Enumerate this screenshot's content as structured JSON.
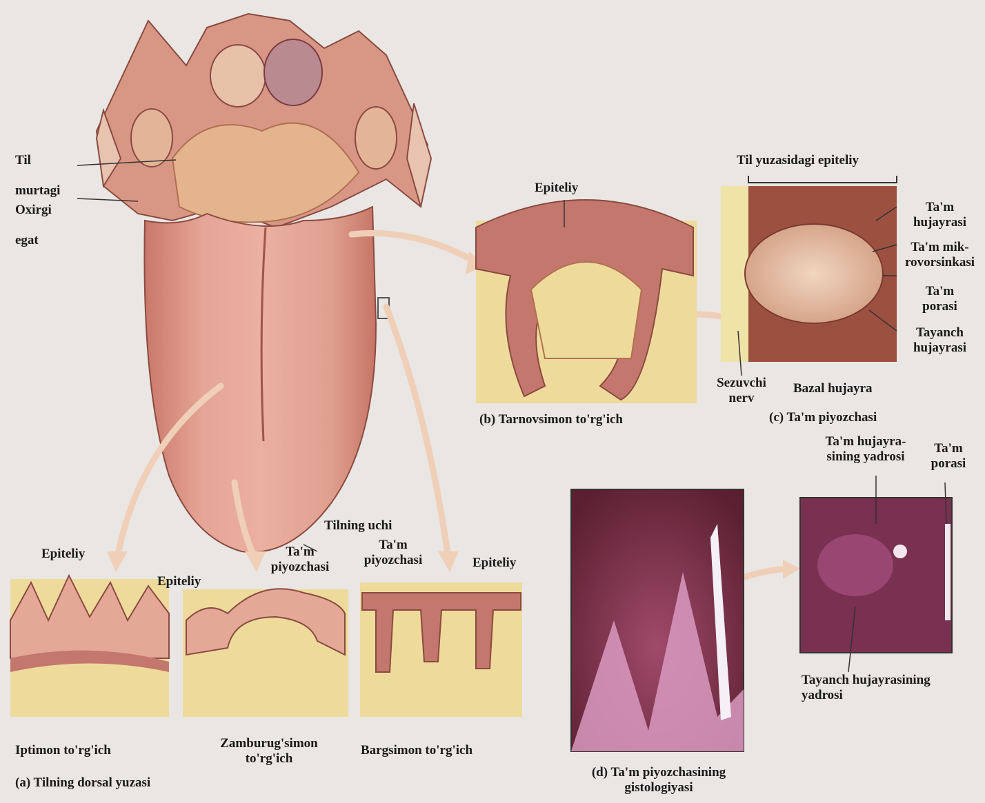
{
  "colors": {
    "background": "#e9e6e3",
    "tongue": "#e0a090",
    "epithelium": "#c4776c",
    "connective": "#eedb9c",
    "histology_dark": "#6e2a3c",
    "arrow": "#f0cfb8"
  },
  "tongue_labels": {
    "root_line1": "Til",
    "root_line2": "murtagi",
    "tonsil_line1": "Oxirgi",
    "tonsil_line2": "egat",
    "tip": "Tilning uchi"
  },
  "panel_a": {
    "filiform_epithelium": "Epiteliy",
    "filiform_caption": "Iptimon to'rg'ich",
    "fungiform_epithelium": "Epiteliy",
    "fungiform_bud": "Ta'm\npiyozchasi",
    "fungiform_caption": "Zamburug'simon\nto'rg'ich",
    "foliate_bud": "Ta'm\npiyozchasi",
    "foliate_epithelium": "Epiteliy",
    "foliate_caption": "Bargsimon to'rg'ich",
    "panel_caption": "(a) Tilning dorsal yuzasi"
  },
  "panel_b": {
    "epithelium": "Epiteliy",
    "caption": "(b) Tarnovsimon to'rg'ich"
  },
  "panel_c": {
    "top": "Til yuzasidagi epiteliy",
    "taste_cell": "Ta'm\nhujayrasi",
    "microvilli": "Ta'm mik-\nrovorsinkasi",
    "taste_pore": "Ta'm\nporasi",
    "support_cell": "Tayanch\nhujayrasi",
    "sensory_nerve": "Sezuvchi\nnerv",
    "basal_cell": "Bazal hujayra",
    "caption": "(c) Ta'm piyozchasi"
  },
  "panel_d": {
    "caption": "(d) Ta'm piyozchasining\ngistologiyasi",
    "taste_cell_nucleus": "Ta'm hujayra-\nsining yadrosi",
    "taste_pore": "Ta'm\nporasi",
    "support_nucleus": "Tayanch hujayrasining\nyadrosi"
  }
}
